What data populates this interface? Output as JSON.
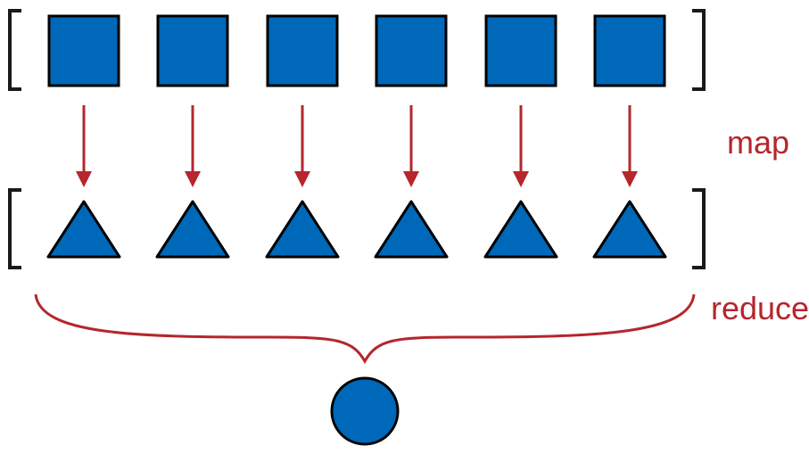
{
  "labels": {
    "map": "map",
    "reduce": "reduce"
  },
  "colors": {
    "shape_fill": "#0068B8",
    "shape_stroke": "#000000",
    "bracket": "#1a1a1a",
    "accent": "#B5262D"
  },
  "diagram": {
    "input_items": [
      "square",
      "square",
      "square",
      "square",
      "square",
      "square"
    ],
    "mapped_items": [
      "triangle",
      "triangle",
      "triangle",
      "triangle",
      "triangle",
      "triangle"
    ],
    "result": "circle"
  }
}
